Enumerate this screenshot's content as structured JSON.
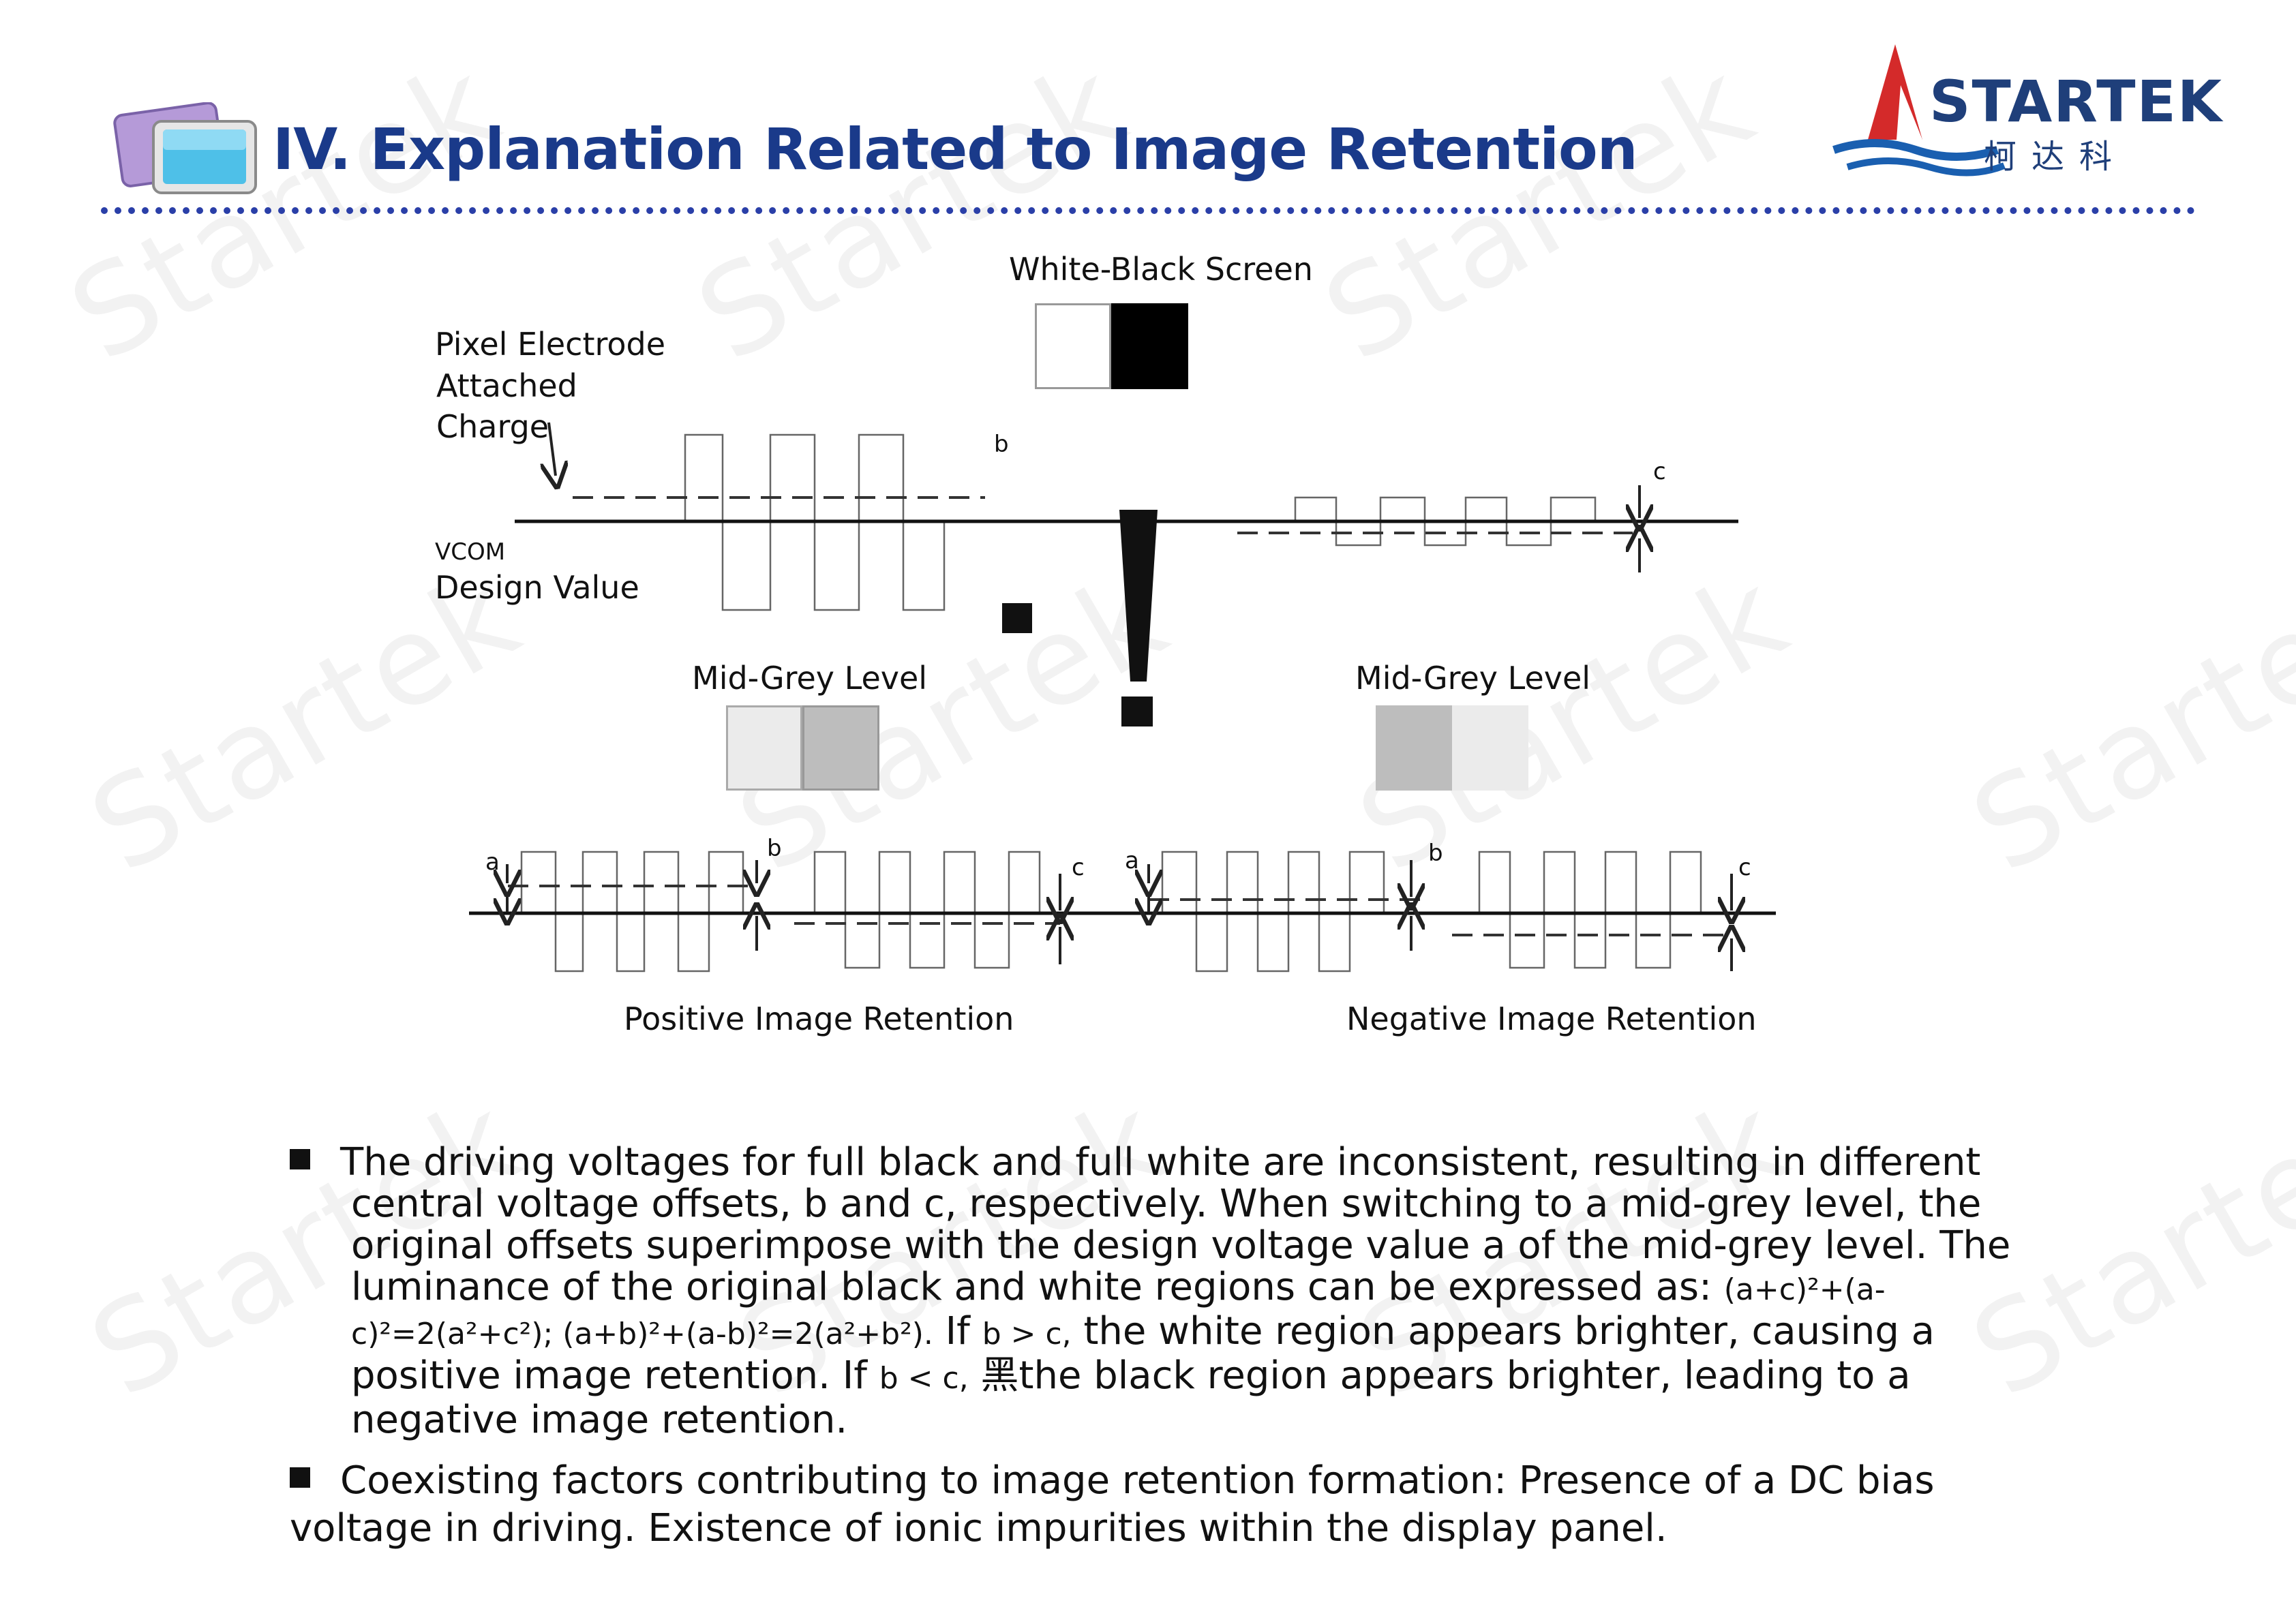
{
  "header": {
    "title": "IV. Explanation Related to Image Retention",
    "icon": "monitor-tablets-icon"
  },
  "logo": {
    "name": "STARTEK",
    "chinese": "柯达科",
    "colors": {
      "sail_red": "#d42a2a",
      "wave_blue": "#1a5fb0",
      "text": "#1f3f7a"
    }
  },
  "watermark": "Startek",
  "diagram": {
    "top_label": "White-Black Screen",
    "pixel_label": [
      "Pixel Electrode",
      "Attached",
      "Charge"
    ],
    "vcom_label": "VCOM",
    "design_label": "Design Value",
    "mid_grey_left": "Mid-Grey Level",
    "mid_grey_right": "Mid-Grey Level",
    "positive_label": "Positive Image Retention",
    "negative_label": "Negative Image Retention",
    "letters": {
      "a": "a",
      "b": "b",
      "c": "c"
    }
  },
  "bullets": {
    "b1": {
      "t1": "The driving voltages for full black and full white are inconsistent, resulting in different central voltage offsets, b and c, respectively. When switching to a mid-grey level, the original offsets superimpose with the design voltage value a of the mid-grey level. The luminance of the original black and white regions can be expressed as: ",
      "f1": "(a+c)²+(a-c)²=2(a²+c²); (a+b)²+(a-b)²=2(a²+b²).",
      "t2": " If ",
      "f2": "b > c,",
      "t3": " the white region appears brighter, causing a positive image retention. If ",
      "f3": "b < c,",
      "t4": " 黑the black region appears brighter, leading to a negative image retention."
    },
    "b2": "Coexisting factors contributing to image retention formation: Presence of a DC bias voltage in driving. Existence of ionic impurities within the display panel."
  }
}
